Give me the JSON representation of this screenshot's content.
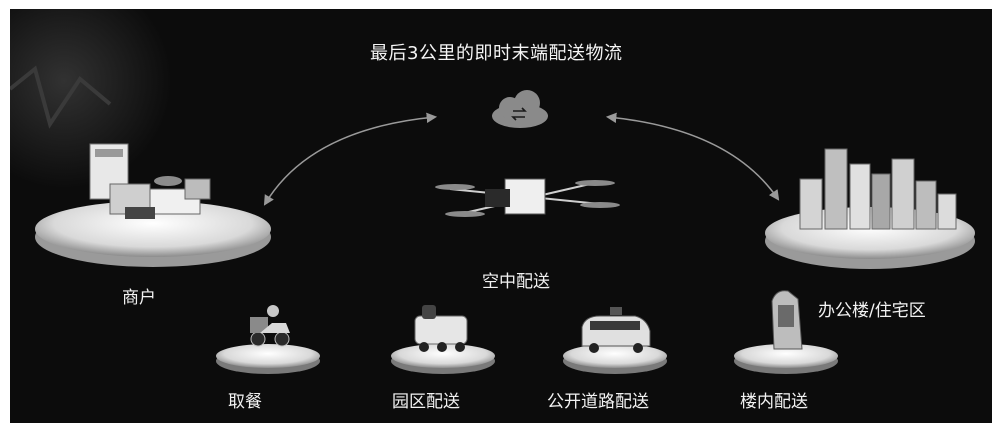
{
  "title": "最后3公里的即时末端配送物流",
  "nodes": {
    "merchant": "商户",
    "office": "办公楼/住宅区",
    "air": "空中配送"
  },
  "ground_modes": [
    {
      "label": "取餐",
      "icon": "courier-scooter-icon"
    },
    {
      "label": "园区配送",
      "icon": "delivery-robot-icon"
    },
    {
      "label": "公开道路配送",
      "icon": "autonomous-van-icon"
    },
    {
      "label": "楼内配送",
      "icon": "indoor-robot-icon"
    }
  ],
  "colors": {
    "background": "#0c0c0c",
    "text": "#f2f2f2",
    "platform": "#e6e6e6",
    "arrow": "#9a9a9a"
  }
}
